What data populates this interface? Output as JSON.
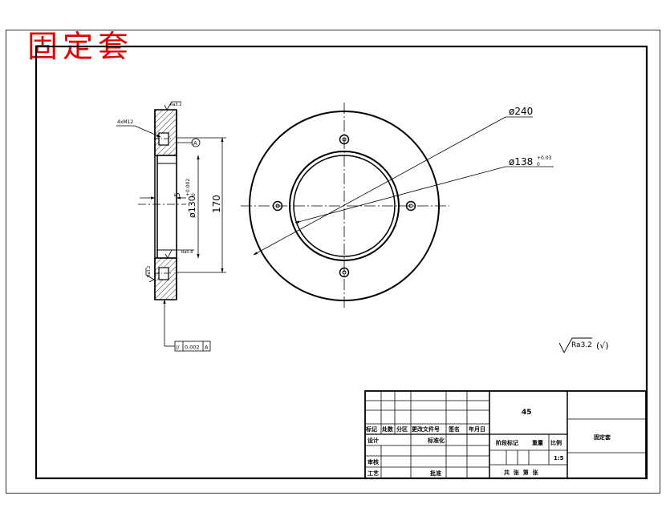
{
  "title": "固定套",
  "colors": {
    "title": "#e00000",
    "line": "#000000",
    "background": "#ffffff"
  },
  "front_view": {
    "outer_diameter": "ø240",
    "bore_diameter": "ø138",
    "bore_tol_upper": "+0.03",
    "bore_tol_lower": "0"
  },
  "section_view": {
    "hole_callout": "4xM12",
    "datum_label": "A",
    "fit_diameter": "ø130",
    "fit_tol_upper": "+0.002",
    "fit_tol_lower": "0",
    "height_dim": "170",
    "depth_dim": "5",
    "rough_top": "Ra3.2",
    "rough_mid": "Ra0.8",
    "rough_bottom": "Ra3.2",
    "tolerance_frame": {
      "symbol": "//",
      "value": "0.002",
      "datum": "A"
    }
  },
  "surface_note": {
    "value": "Ra3.2",
    "suffix": "(√)"
  },
  "title_block": {
    "material": "45",
    "part_name": "固定套",
    "rev_headers": [
      "标记",
      "处数",
      "分区",
      "更改文件号",
      "签名",
      "年月日"
    ],
    "design": "设计",
    "standardize": "标准化",
    "review": "审核",
    "process": "工艺",
    "approve": "批准",
    "stage_mark": "阶段标记",
    "weight": "重量",
    "scale": "比例",
    "scale_value": "1:5",
    "sheets": "共  张  第  张"
  }
}
